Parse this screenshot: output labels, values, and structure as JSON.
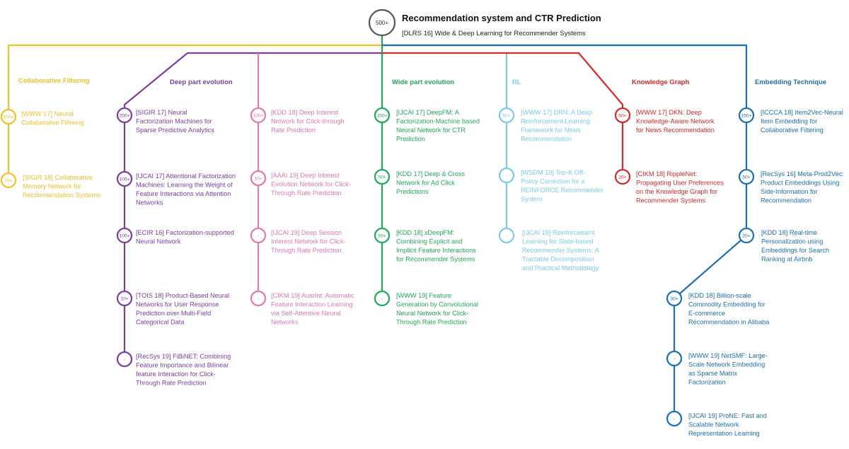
{
  "root": {
    "count": "500+",
    "title": "Recommendation system and CTR Prediction",
    "subtitle": "[DLRS 16] Wide & Deep Learning for Recommender Systems"
  },
  "branches": [
    {
      "id": "collaborative-filtering",
      "label": "Collaborative Filtering",
      "color": "#F2C12E",
      "papers": [
        {
          "count": "200+",
          "lines": [
            "[WWW 17] Neural",
            "Collaborative Filtering"
          ]
        },
        {
          "count": "20+",
          "lines": [
            "[SIGIR 18] Collaborative",
            "Memory Network for",
            "Recommendation Systems"
          ]
        }
      ]
    },
    {
      "id": "deep-part-evolution",
      "label": "Deep part evolution",
      "color": "#7B3F9E",
      "papers": [
        {
          "count": "200+",
          "lines": [
            "[SIGIR 17] Neural",
            "Factorization Machines for",
            "Sparse Predictive Analytics"
          ]
        },
        {
          "count": "100+",
          "lines": [
            "[IJCAI 17] Attentional Factorization",
            "Machines: Learning the Weight of",
            "Feature Interactions via Attention",
            "Networks"
          ]
        },
        {
          "count": "100+",
          "lines": [
            "[ECIR 16] Factorization-supported",
            "Neural Network"
          ]
        },
        {
          "count": "10+",
          "lines": [
            "[TOIS 18] Product-Based Neural",
            "Networks for User Response",
            "Prediction over Multi-Field",
            "Categorical Data"
          ]
        },
        {
          "count": "-",
          "lines": [
            "[RecSys 19] FiBiNET: Combining",
            "Feature Importance and Bilinear",
            "feature Interaction for Click-",
            "Through Rate Prediction"
          ]
        }
      ]
    },
    {
      "id": "deep-part-evolution-2",
      "label": "",
      "color": "#E07BAA",
      "papers": [
        {
          "count": "100+",
          "lines": [
            "[KDD 18] Deep Interest",
            "Network for Click-through",
            "Rate Prediction"
          ]
        },
        {
          "count": "10+",
          "lines": [
            "[AAAI 19] Deep Interest",
            "Evolution Network for Click-",
            "Through Rate Prediction"
          ]
        },
        {
          "count": "-",
          "lines": [
            "[IJCAI 19] Deep Session",
            "Interest Network for Click-",
            "Through Rate Prediction"
          ]
        },
        {
          "count": "-",
          "lines": [
            "[CIKM 19] AutoInt: Automatic",
            "Feature Interaction Learning",
            "via Self-Attentive Neural",
            "Networks"
          ]
        }
      ]
    },
    {
      "id": "wide-part-evolution",
      "label": "Wide part evolution",
      "color": "#22A95A",
      "papers": [
        {
          "count": "150+",
          "lines": [
            "[IJCAI 17] DeepFM: A",
            "Factorization-Machine based",
            "Neural Network for CTR",
            "Prediction"
          ]
        },
        {
          "count": "50+",
          "lines": [
            "[KDD 17] Deep & Cross",
            "Network for Ad Click",
            "Predictions"
          ]
        },
        {
          "count": "50+",
          "lines": [
            "[KDD 18] xDeepFM:",
            "Combining Explicit and",
            "Implicit Feature Interactions",
            "for Recommender Systems"
          ]
        },
        {
          "count": "-",
          "lines": [
            "[WWW 19] Feature",
            "Generation by Convolutional",
            "Neural Network for Click-",
            "Through Rate Prediction"
          ]
        }
      ]
    },
    {
      "id": "rl",
      "label": "RL",
      "color": "#7CCBEB",
      "papers": [
        {
          "count": "50+",
          "lines": [
            "[WWW 17] DRN: A Deep",
            "Reinforcement Learning",
            "Framework for News",
            "Recommendation"
          ]
        },
        {
          "count": "-",
          "lines": [
            "[WSDM 19] Top-K Off-",
            "Policy Correction for a",
            "REINFORCE Recommender",
            "System"
          ]
        },
        {
          "count": "-",
          "lines": [
            "[IJCAI 19] Reinforcement",
            "Learning for Slate-based",
            "Recommender Systems: A",
            "Tractable Decomposition",
            "and Practical Methodology"
          ]
        }
      ]
    },
    {
      "id": "knowledge-graph",
      "label": "Knowledge Graph",
      "color": "#D62A2A",
      "papers": [
        {
          "count": "50+",
          "lines": [
            "[WWW 17] DKN: Deep",
            "Knowledge-Aware Network",
            "for News Recommendation"
          ]
        },
        {
          "count": "20+",
          "lines": [
            "[CIKM 18] RippleNet:",
            "Propagating User Preferences",
            "on the Knowledge Graph for",
            "Recommender Systems"
          ]
        }
      ]
    },
    {
      "id": "embedding-technique",
      "label": "Embedding Technique",
      "color": "#1F6FAE",
      "papers": [
        {
          "count": "150+",
          "lines": [
            "[ICCCA 18] Item2Vec-Neural",
            "Item Embedding for",
            "Collaborative Filtering"
          ]
        },
        {
          "count": "50+",
          "lines": [
            "[RecSys 16] Meta-Prod2Vec:",
            "Product Embeddings Using",
            "Side-Information for",
            "Recommendation"
          ]
        },
        {
          "count": "20+",
          "lines": [
            "[KDD 18] Real-time",
            "Personalization using",
            "Embeddings for Search",
            "Ranking at Airbnb"
          ]
        },
        {
          "count": "30+",
          "lines": [
            "[KDD 18] Billion-scale",
            "Commodity Embedding for",
            "E-commerce",
            "Recommendation in Alibaba"
          ]
        },
        {
          "count": "-",
          "lines": [
            "[WWW 19] NetSMF: Large-",
            "Scale Network Embedding",
            "as Sparse Matrix",
            "Factorization"
          ]
        },
        {
          "count": "-",
          "lines": [
            "[IJCAI 19] ProNE: Fast and",
            "Scalable Network",
            "Representation Learning"
          ]
        }
      ]
    }
  ]
}
